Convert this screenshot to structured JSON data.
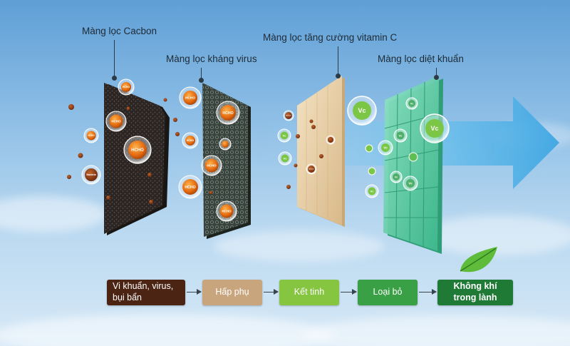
{
  "labels": {
    "carbon": "Màng lọc Cacbon",
    "antivirus": "Màng lọc kháng virus",
    "vitamin": "Màng lọc tăng cường vitamin C",
    "antibacterial": "Màng lọc diệt khuẩn"
  },
  "steps": [
    {
      "line1": "Vi khuẩn, virus,",
      "line2": "bụi bẩn",
      "color": "#4b2414"
    },
    {
      "line1": "Hấp phụ",
      "line2": "",
      "color": "#c9a57e"
    },
    {
      "line1": "Kết tinh",
      "line2": "",
      "color": "#86c540"
    },
    {
      "line1": "Loại bỏ",
      "line2": "",
      "color": "#3aa046"
    },
    {
      "line1": "Không khí",
      "line2": "trong lành",
      "color": "#1f7a35"
    }
  ],
  "particles": {
    "hcho": "HCHO",
    "bacteria": "Bacteria",
    "vc": "Vc"
  },
  "colors": {
    "carbon": "#2a2522",
    "antivirus": "#3c4640",
    "vitamin": "#e7cfa6",
    "antibacterial": "#6fd3b2",
    "arrow": "#62b8e6"
  }
}
